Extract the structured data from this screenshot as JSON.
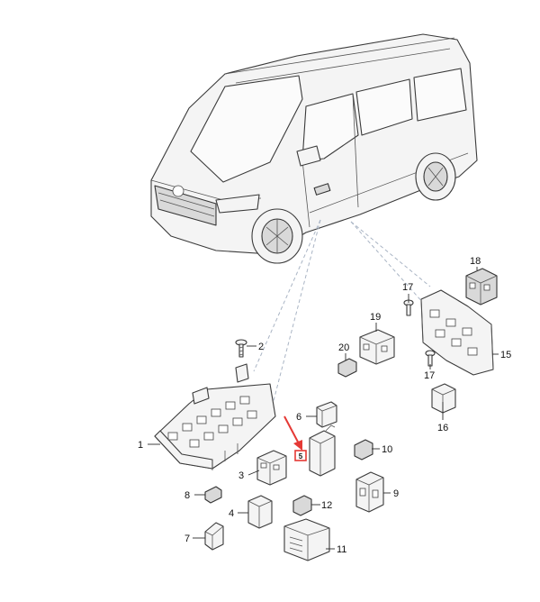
{
  "callouts": [
    {
      "id": "1",
      "label": "1"
    },
    {
      "id": "2",
      "label": "2"
    },
    {
      "id": "3",
      "label": "3"
    },
    {
      "id": "4",
      "label": "4"
    },
    {
      "id": "5",
      "label": "5"
    },
    {
      "id": "6",
      "label": "6"
    },
    {
      "id": "7",
      "label": "7"
    },
    {
      "id": "8",
      "label": "8"
    },
    {
      "id": "9",
      "label": "9"
    },
    {
      "id": "10",
      "label": "10"
    },
    {
      "id": "11",
      "label": "11"
    },
    {
      "id": "12",
      "label": "12"
    },
    {
      "id": "15",
      "label": "15"
    },
    {
      "id": "16",
      "label": "16"
    },
    {
      "id": "17a",
      "label": "17"
    },
    {
      "id": "17b",
      "label": "17"
    },
    {
      "id": "18",
      "label": "18"
    },
    {
      "id": "19",
      "label": "19"
    },
    {
      "id": "20",
      "label": "20"
    }
  ],
  "highlighted_part": "5",
  "colors": {
    "line": "#3a3a3a",
    "highlight_arrow": "#e53935",
    "dash": "#a9b4c4",
    "background": "#ffffff"
  }
}
